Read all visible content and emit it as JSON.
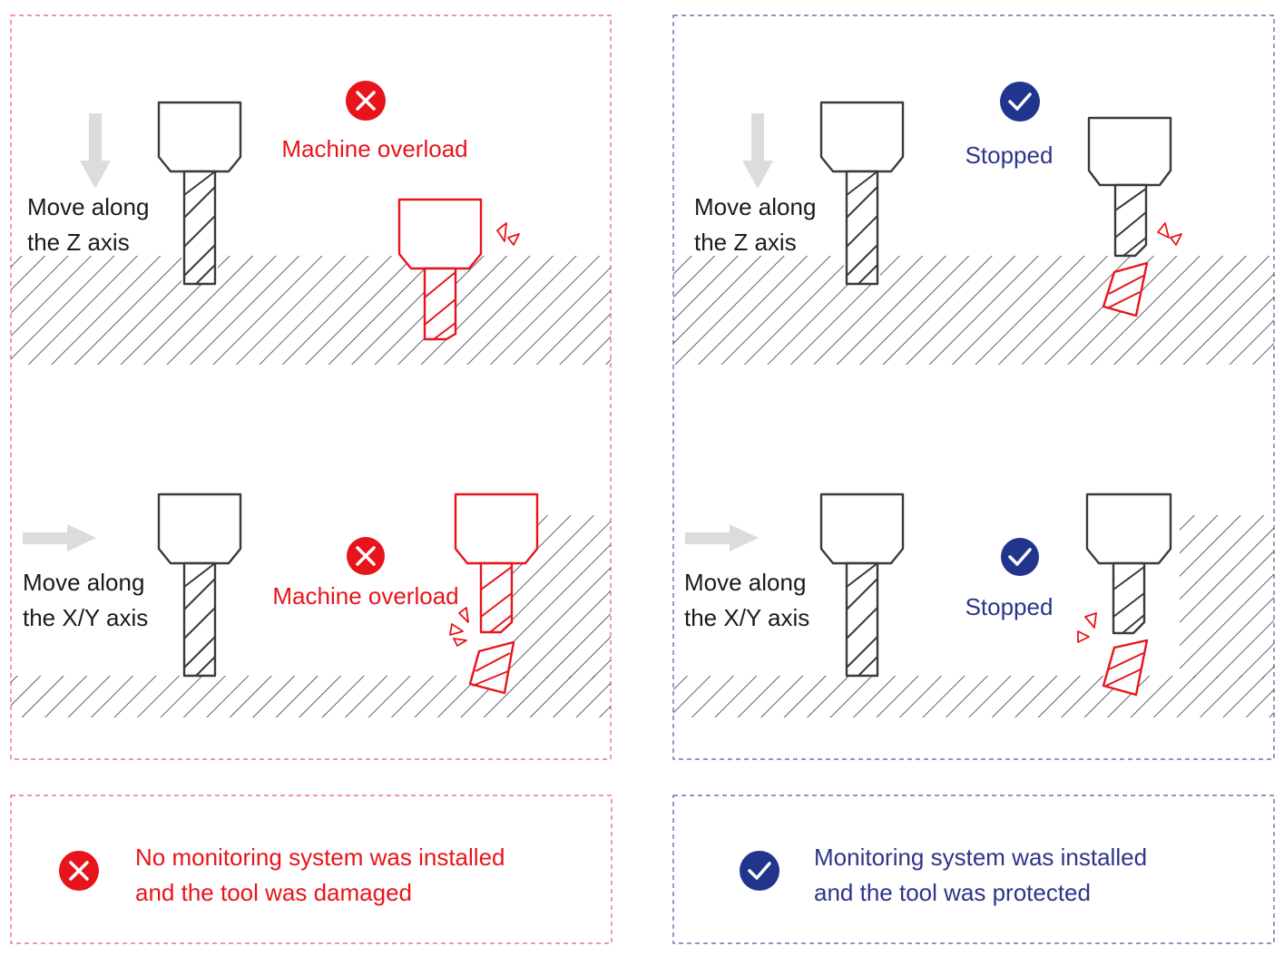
{
  "left": {
    "border_color": "#ee5a5a",
    "status_color": "#e8141b",
    "z_axis": {
      "move_label_1": "Move along",
      "move_label_2": "the Z axis",
      "status": "Machine overload"
    },
    "xy_axis": {
      "move_label_1": "Move along",
      "move_label_2": "the X/Y axis",
      "status": "Machine overload"
    },
    "footer": {
      "line1": "No monitoring system was installed",
      "line2": "and the tool was damaged",
      "icon": "x-circle-icon"
    }
  },
  "right": {
    "border_color": "#4a5a9a",
    "status_color": "#2e3489",
    "z_axis": {
      "move_label_1": "Move along",
      "move_label_2": "the Z axis",
      "status": "Stopped"
    },
    "xy_axis": {
      "move_label_1": "Move along",
      "move_label_2": "the X/Y axis",
      "status": "Stopped"
    },
    "footer": {
      "line1": "Monitoring system was installed",
      "line2": "and the tool was protected",
      "icon": "check-circle-icon"
    }
  }
}
